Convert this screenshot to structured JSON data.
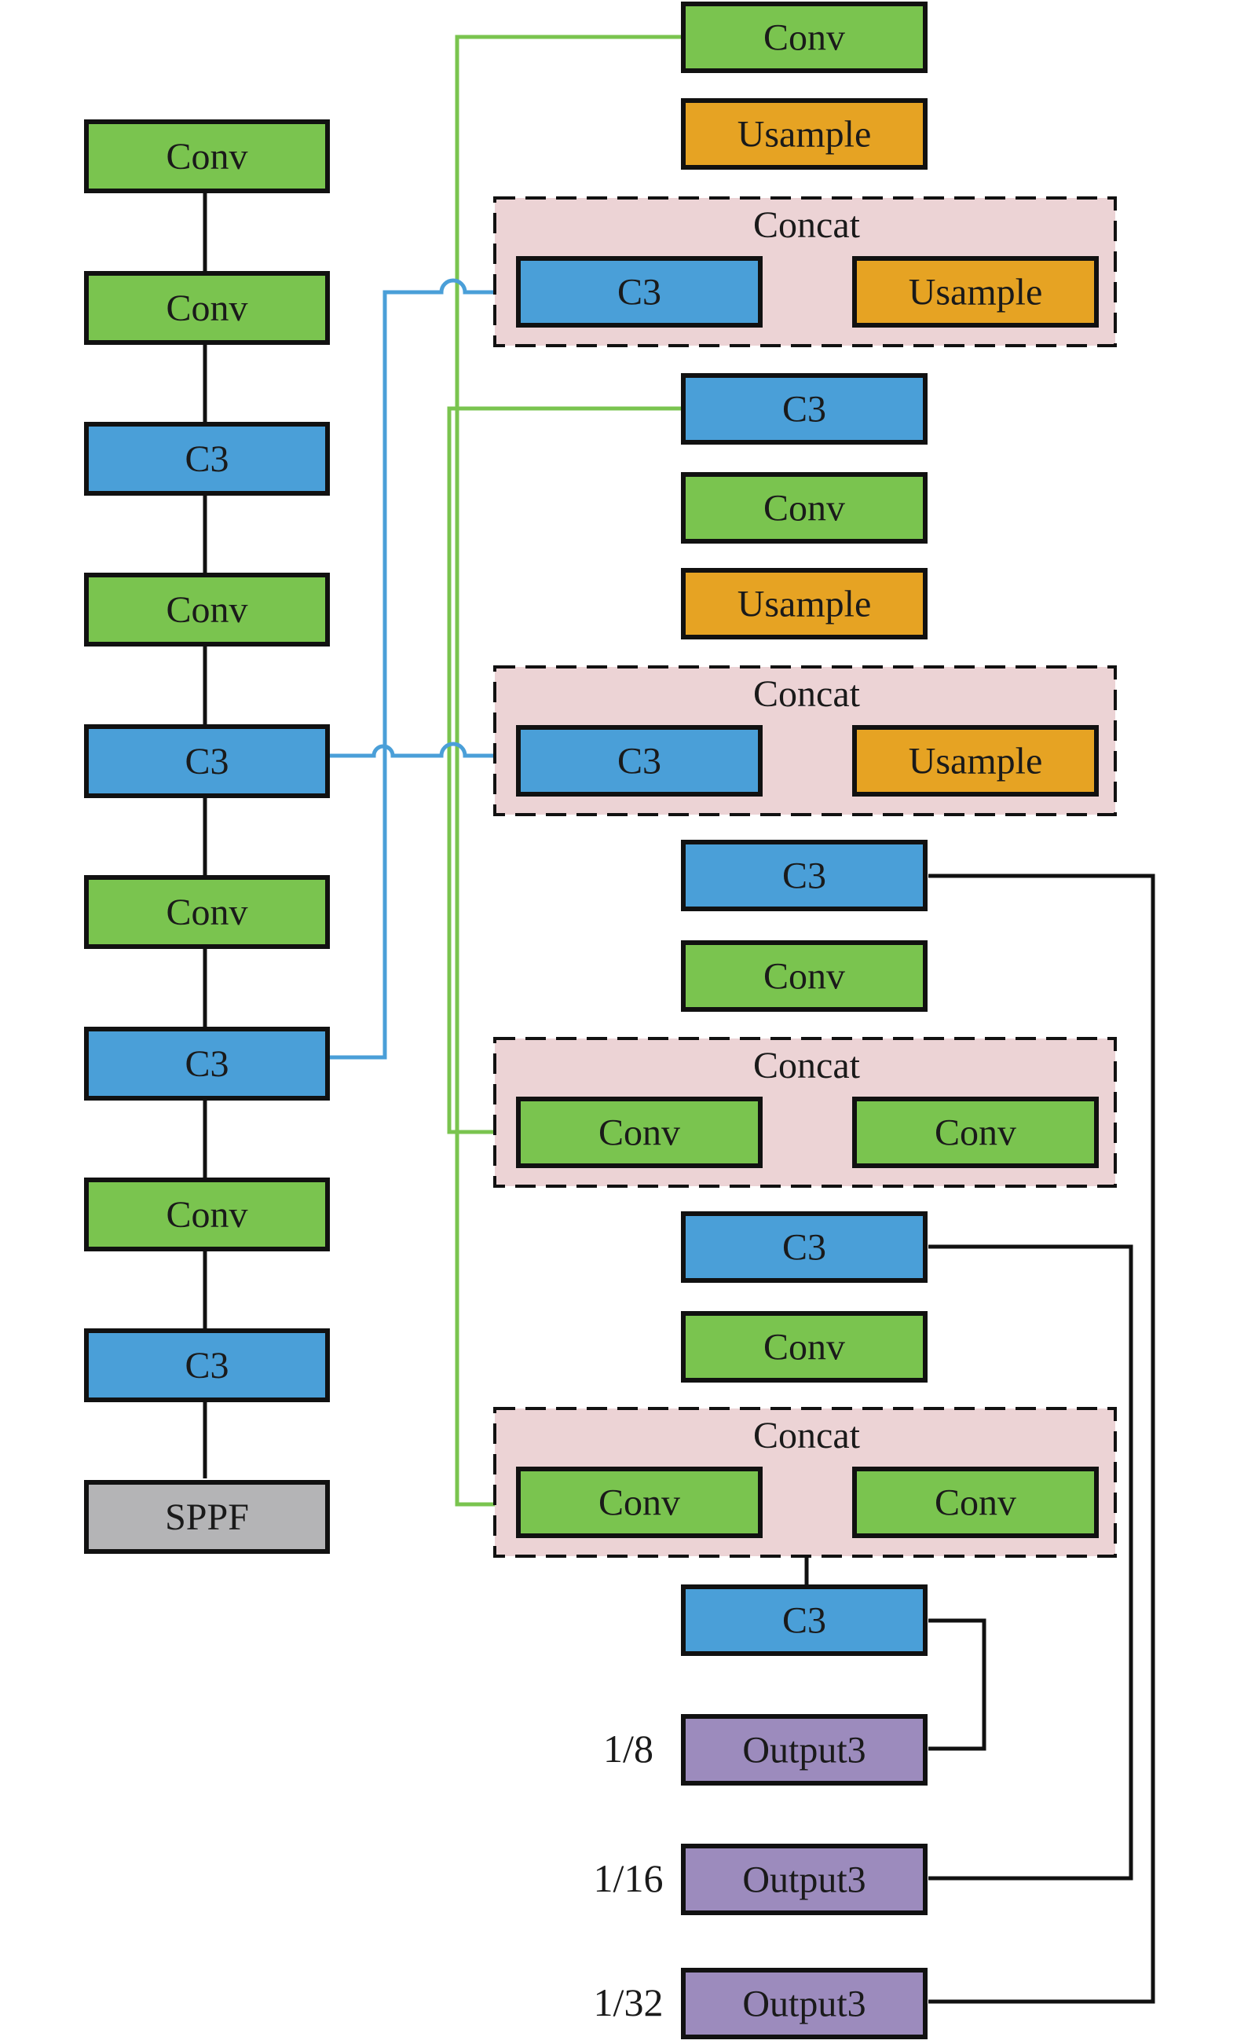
{
  "colors": {
    "conv": "#7ac44f",
    "c3": "#4a9fd8",
    "usample": "#e6a323",
    "sppf": "#b4b4b6",
    "output": "#9c8bbd",
    "concat_bg": "#ecd3d5",
    "skip_green": "#7ac44f",
    "skip_blue": "#4a9fd8",
    "stroke": "#111111"
  },
  "backbone": {
    "blocks": [
      {
        "type": "conv",
        "label": "Conv"
      },
      {
        "type": "conv",
        "label": "Conv"
      },
      {
        "type": "c3",
        "label": "C3"
      },
      {
        "type": "conv",
        "label": "Conv"
      },
      {
        "type": "c3",
        "label": "C3"
      },
      {
        "type": "conv",
        "label": "Conv"
      },
      {
        "type": "c3",
        "label": "C3"
      },
      {
        "type": "conv",
        "label": "Conv"
      },
      {
        "type": "c3",
        "label": "C3"
      },
      {
        "type": "sppf",
        "label": "SPPF"
      }
    ]
  },
  "head": {
    "blocks": [
      {
        "type": "conv",
        "label": "Conv"
      },
      {
        "type": "usample",
        "label": "Usample"
      },
      {
        "type": "concat",
        "label": "Concat",
        "inner": [
          {
            "type": "c3",
            "label": "C3"
          },
          {
            "type": "usample",
            "label": "Usample"
          }
        ]
      },
      {
        "type": "c3",
        "label": "C3"
      },
      {
        "type": "conv",
        "label": "Conv"
      },
      {
        "type": "usample",
        "label": "Usample"
      },
      {
        "type": "concat",
        "label": "Concat",
        "inner": [
          {
            "type": "c3",
            "label": "C3"
          },
          {
            "type": "usample",
            "label": "Usample"
          }
        ]
      },
      {
        "type": "c3",
        "label": "C3"
      },
      {
        "type": "conv",
        "label": "Conv"
      },
      {
        "type": "concat",
        "label": "Concat",
        "inner": [
          {
            "type": "conv",
            "label": "Conv"
          },
          {
            "type": "conv",
            "label": "Conv"
          }
        ]
      },
      {
        "type": "c3",
        "label": "C3"
      },
      {
        "type": "conv",
        "label": "Conv"
      },
      {
        "type": "concat",
        "label": "Concat",
        "inner": [
          {
            "type": "conv",
            "label": "Conv"
          },
          {
            "type": "conv",
            "label": "Conv"
          }
        ]
      },
      {
        "type": "c3",
        "label": "C3"
      }
    ]
  },
  "outputs": [
    {
      "label": "Output3",
      "scale": "1/8"
    },
    {
      "label": "Output3",
      "scale": "1/16"
    },
    {
      "label": "Output3",
      "scale": "1/32"
    }
  ]
}
